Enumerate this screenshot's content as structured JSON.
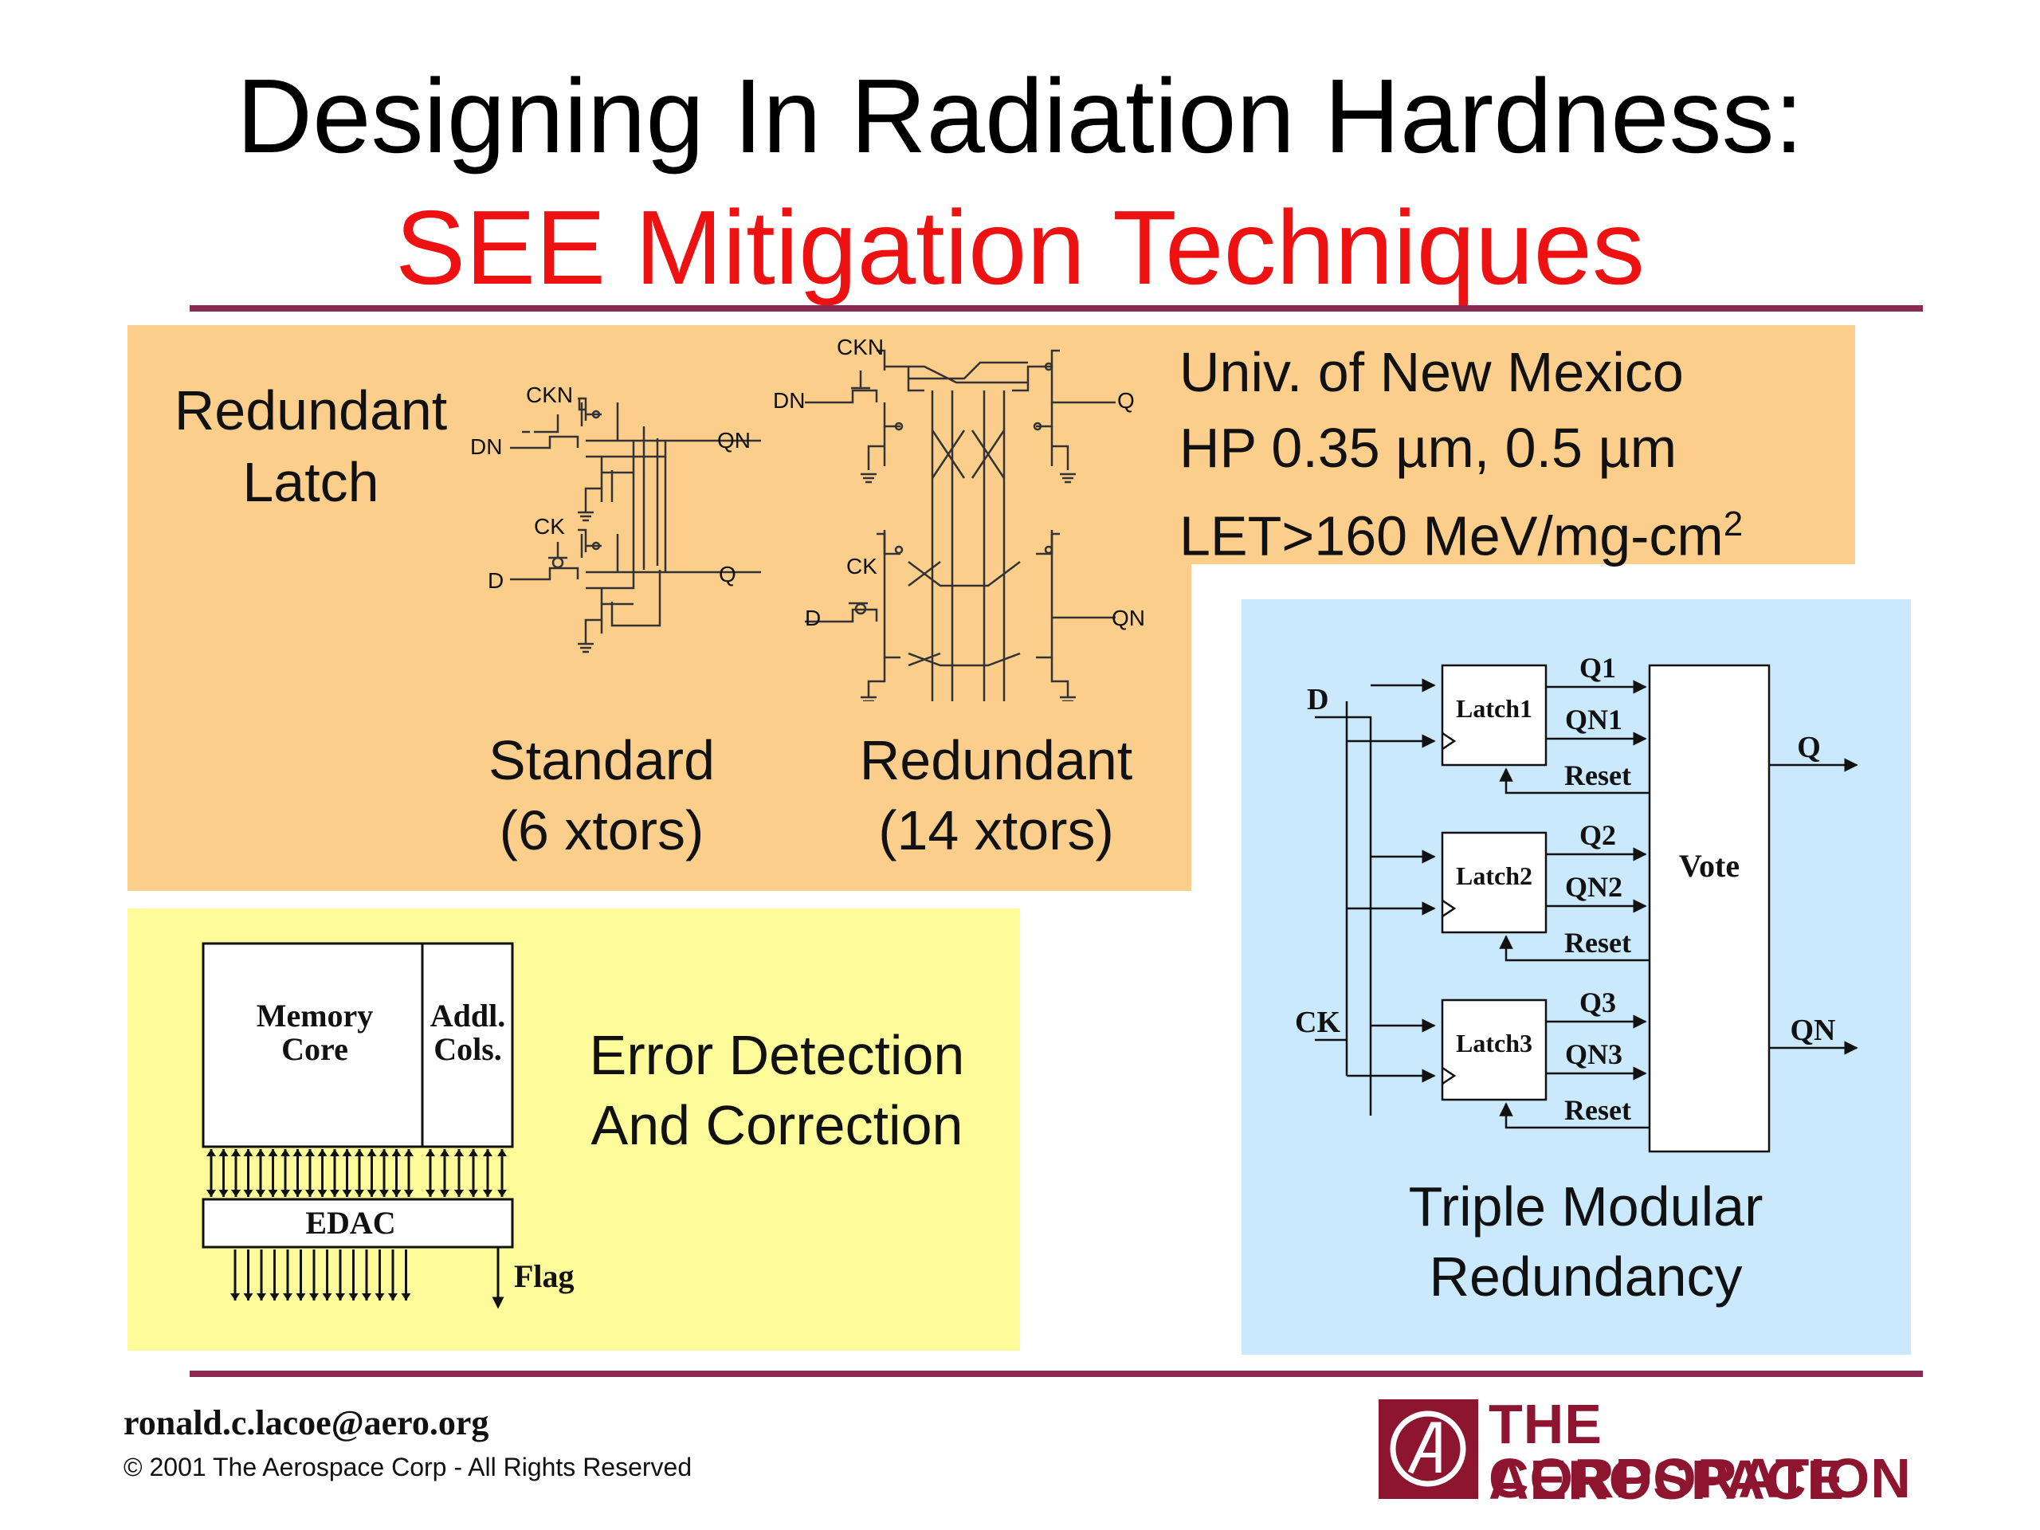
{
  "slide": {
    "title_line1": "Designing In Radiation Hardness:",
    "title_line2": "SEE Mitigation Techniques",
    "title_line2_color": "#ee1111",
    "rule_color": "#8b2a55"
  },
  "latch_panel": {
    "heading_line1": "Redundant",
    "heading_line2": "Latch",
    "standard_label_line1": "Standard",
    "standard_label_line2": "(6 xtors)",
    "redundant_label_line1": "Redundant",
    "redundant_label_line2": "(14 xtors)",
    "standard_circuit": {
      "ckn": "CKN",
      "dn": "DN",
      "qn": "QN",
      "ck": "CK",
      "d": "D",
      "q": "Q"
    },
    "redundant_circuit": {
      "ckn": "CKN",
      "dn": "DN",
      "q": "Q",
      "ck": "CK",
      "d": "D",
      "qn": "QN"
    },
    "panel_color": "#fcce8c"
  },
  "info": {
    "line1": "Univ. of New Mexico",
    "line2_prefix": "HP 0.35 ",
    "line2_middle": "m, 0.5 ",
    "line2_suffix": "m",
    "mu_glyph": "µ",
    "line3_main": "LET>160 MeV/mg-cm",
    "line3_sup": "2"
  },
  "edac_panel": {
    "memory_core_line1": "Memory",
    "memory_core_line2": "Core",
    "addl_cols_line1": "Addl.",
    "addl_cols_line2": "Cols.",
    "edac_label": "EDAC",
    "flag_label": "Flag",
    "caption_line1": "Error Detection",
    "caption_line2": "And Correction",
    "panel_color": "#fefb9b"
  },
  "tmr_panel": {
    "input_d": "D",
    "input_ck": "CK",
    "latches": [
      {
        "name": "Latch1",
        "q": "Q1",
        "qn": "QN1",
        "reset": "Reset"
      },
      {
        "name": "Latch2",
        "q": "Q2",
        "qn": "QN2",
        "reset": "Reset"
      },
      {
        "name": "Latch3",
        "q": "Q3",
        "qn": "QN3",
        "reset": "Reset"
      }
    ],
    "vote_label": "Vote",
    "output_q": "Q",
    "output_qn": "QN",
    "caption_line1": "Triple Modular",
    "caption_line2": "Redundancy",
    "panel_color": "#cbe9fd"
  },
  "footer": {
    "email": "ronald.c.lacoe@aero.org",
    "copyright": "© 2001 The Aerospace Corp - All Rights Reserved",
    "logo_line1": "THE AEROSPACE",
    "logo_line2": "CORPORATION",
    "logo_color": "#8e1530"
  }
}
